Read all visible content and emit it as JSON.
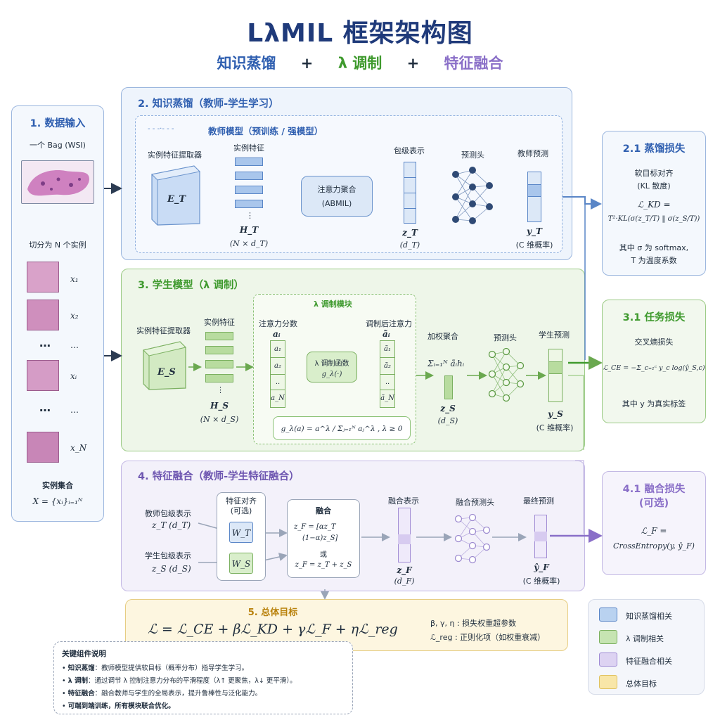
{
  "header": {
    "title": "LλMIL 框架架构图",
    "sub_kd": "知识蒸馏",
    "sub_plus1": "+",
    "sub_lambda": "λ 调制",
    "sub_plus2": "+",
    "sub_fusion": "特征融合"
  },
  "colors": {
    "blue": "#2f5fb0",
    "green": "#3f9a2e",
    "purple": "#8a6fc8",
    "gold": "#c9941c"
  },
  "input": {
    "title": "1. 数据输入",
    "bag": "一个 Bag (WSI)",
    "split": "切分为 N 个实例",
    "x1": "x₁",
    "x2": "x₂",
    "xdots": "…",
    "xi": "xᵢ",
    "xN": "x_N",
    "set_title": "实例集合",
    "set_formula": "X = {xᵢ}ᵢ₌₁ᴺ"
  },
  "kd": {
    "title": "2. 知识蒸馏（教师-学生学习）",
    "teacher": "教师模型（预训练 / 强模型）",
    "extractor": "实例特征提取器",
    "E": "E_T",
    "feat": "实例特征",
    "H": "H_T",
    "H_dim": "(N × d_T)",
    "agg1": "注意力聚合",
    "agg2": "(ABMIL)",
    "bag_repr": "包级表示",
    "z": "z_T",
    "z_dim": "(d_T)",
    "head": "预测头",
    "pred": "教师预测",
    "y": "y_T",
    "y_dim": "(C 维概率)"
  },
  "student": {
    "title": "3. 学生模型（λ 调制）",
    "extractor": "实例特征提取器",
    "E": "E_S",
    "feat": "实例特征",
    "H": "H_S",
    "H_dim": "(N × d_S)",
    "module": "λ 调制模块",
    "att": "注意力分数",
    "a": "aᵢ",
    "a1": "a₁",
    "a2": "a₂",
    "adots": "..",
    "aN": "a_N",
    "func1": "λ 调制函数",
    "func2": "g_λ(·)",
    "modatt": "调制后注意力",
    "ta": "ãᵢ",
    "ta1": "ã₁",
    "ta2": "ã₂",
    "tadots": "..",
    "taN": "ã_N",
    "formula": "g_λ(a) = a^λ / Σⱼ₌₁ᴺ aⱼ^λ ,   λ ≥ 0",
    "wagg": "加权聚合",
    "sum": "Σᵢ₌₁ᴺ ãᵢhᵢ",
    "z": "z_S",
    "z_dim": "(d_S)",
    "head": "预测头",
    "pred": "学生预测",
    "y": "y_S",
    "y_dim": "(C 维概率)"
  },
  "fusion": {
    "title": "4. 特征融合（教师-学生特征融合）",
    "align1": "特征对齐",
    "align2": "(可选)",
    "WT": "W_T",
    "WS": "W_S",
    "t_bag": "教师包级表示",
    "t_z": "z_T (d_T)",
    "s_bag": "学生包级表示",
    "s_z": "z_S (d_S)",
    "fuse": "融合",
    "f1": "z_F = [αz_T",
    "f2": "(1−α)z_S]",
    "or": "或",
    "f3": "z_F = z_T + z_S",
    "fused": "融合表示",
    "zF": "z_F",
    "zF_dim": "(d_F)",
    "fhead": "融合预测头",
    "final": "最终预测",
    "yF": "ŷ_F",
    "yF_dim": "(C 维概率)"
  },
  "total": {
    "title": "5. 总体目标",
    "formula": "ℒ = ℒ_CE + βℒ_KD + γℒ_F + ηℒ_reg",
    "note1": "β, γ, η : 损失权重超参数",
    "note2": "ℒ_reg : 正则化项（如权重衰减）"
  },
  "loss_kd": {
    "title": "2.1 蒸馏损失",
    "l1": "软目标对齐",
    "l2": "(KL 散度)",
    "f1": "ℒ_KD =",
    "f2": "T²·KL(σ(z_T/T) ‖ σ(z_S/T))",
    "n1": "其中 σ 为 softmax,",
    "n2": "T 为温度系数"
  },
  "loss_task": {
    "title": "3.1 任务损失",
    "l1": "交叉熵损失",
    "f1": "ℒ_CE = −Σ_c₌₁ᶜ y_c log(ŷ_S,c)",
    "n1": "其中 y 为真实标签"
  },
  "loss_fu": {
    "title1": "4.1 融合损失",
    "title2": "(可选)",
    "f1": "ℒ_F =",
    "f2": "CrossEntropy(y, ŷ_F)"
  },
  "legend": {
    "items": [
      {
        "label": "知识蒸馏相关",
        "color": "#b9d2f0",
        "border": "#5a86c7"
      },
      {
        "label": "λ 调制相关",
        "color": "#c6e4b2",
        "border": "#7bb060"
      },
      {
        "label": "特征融合相关",
        "color": "#ddd3f2",
        "border": "#a08bd4"
      },
      {
        "label": "总体目标",
        "color": "#f8e6a8",
        "border": "#e0c160"
      }
    ]
  },
  "key": {
    "title": "关键组件说明",
    "items": [
      {
        "name": "知识蒸馏",
        "text": "：教师模型提供软目标（概率分布）指导学生学习。"
      },
      {
        "name": "λ 调制",
        "text": "：通过调节 λ 控制注意力分布的平滑程度（λ↑ 更聚焦，λ↓ 更平滑）。"
      },
      {
        "name": "特征融合",
        "text": "：融合教师与学生的全局表示，提升鲁棒性与泛化能力。"
      },
      {
        "name": "",
        "text": "可端到端训练，所有模块联合优化。"
      }
    ]
  }
}
